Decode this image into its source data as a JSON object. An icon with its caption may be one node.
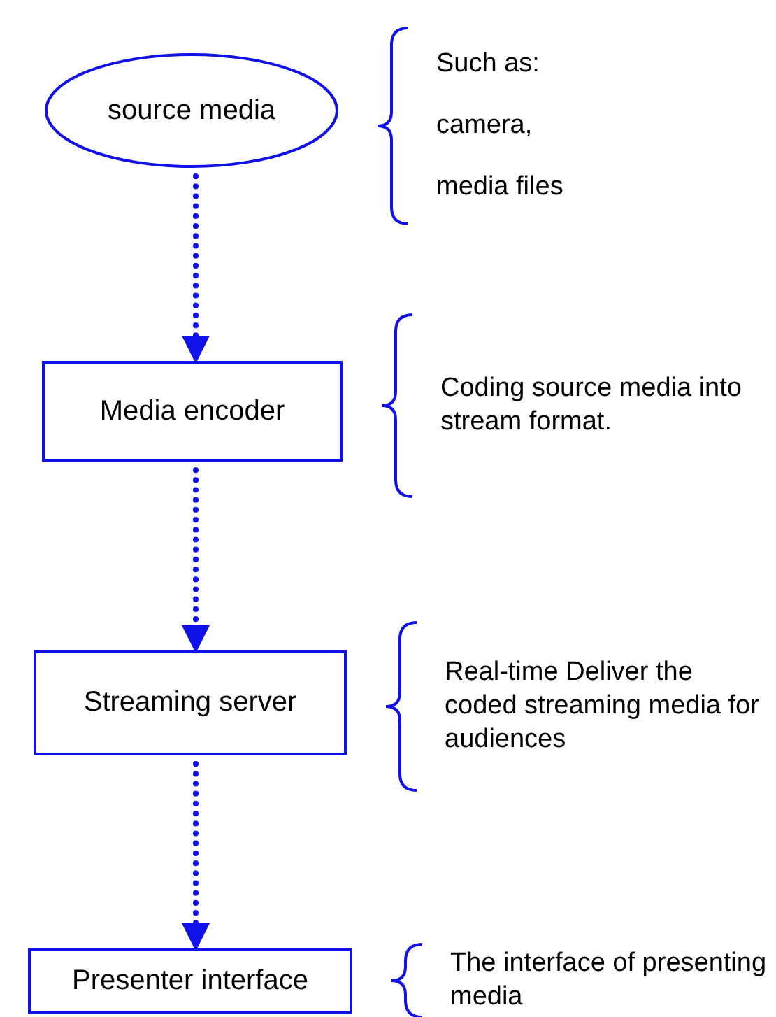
{
  "diagram": {
    "nodes": [
      {
        "text": [
          "source media"
        ],
        "beside": [
          "Such as:",
          "camera,",
          "media files"
        ]
      },
      {
        "text": [
          "Media encoder"
        ],
        "beside": [
          "Coding source media into stream format."
        ]
      },
      {
        "text": [
          "Streaming server"
        ],
        "beside": [
          "Real-time Deliver the coded streaming media for audiences"
        ]
      },
      {
        "text": [
          "Presenter interface"
        ],
        "beside": [
          "The interface of presenting media"
        ]
      }
    ],
    "edges": [
      {
        "from": 0,
        "to": 1,
        "arrow": "to",
        "style": "dashed"
      },
      {
        "from": 1,
        "to": 2,
        "arrow": "to",
        "style": "dashed"
      },
      {
        "from": 2,
        "to": 3,
        "arrow": "to",
        "style": "dashed"
      }
    ]
  }
}
